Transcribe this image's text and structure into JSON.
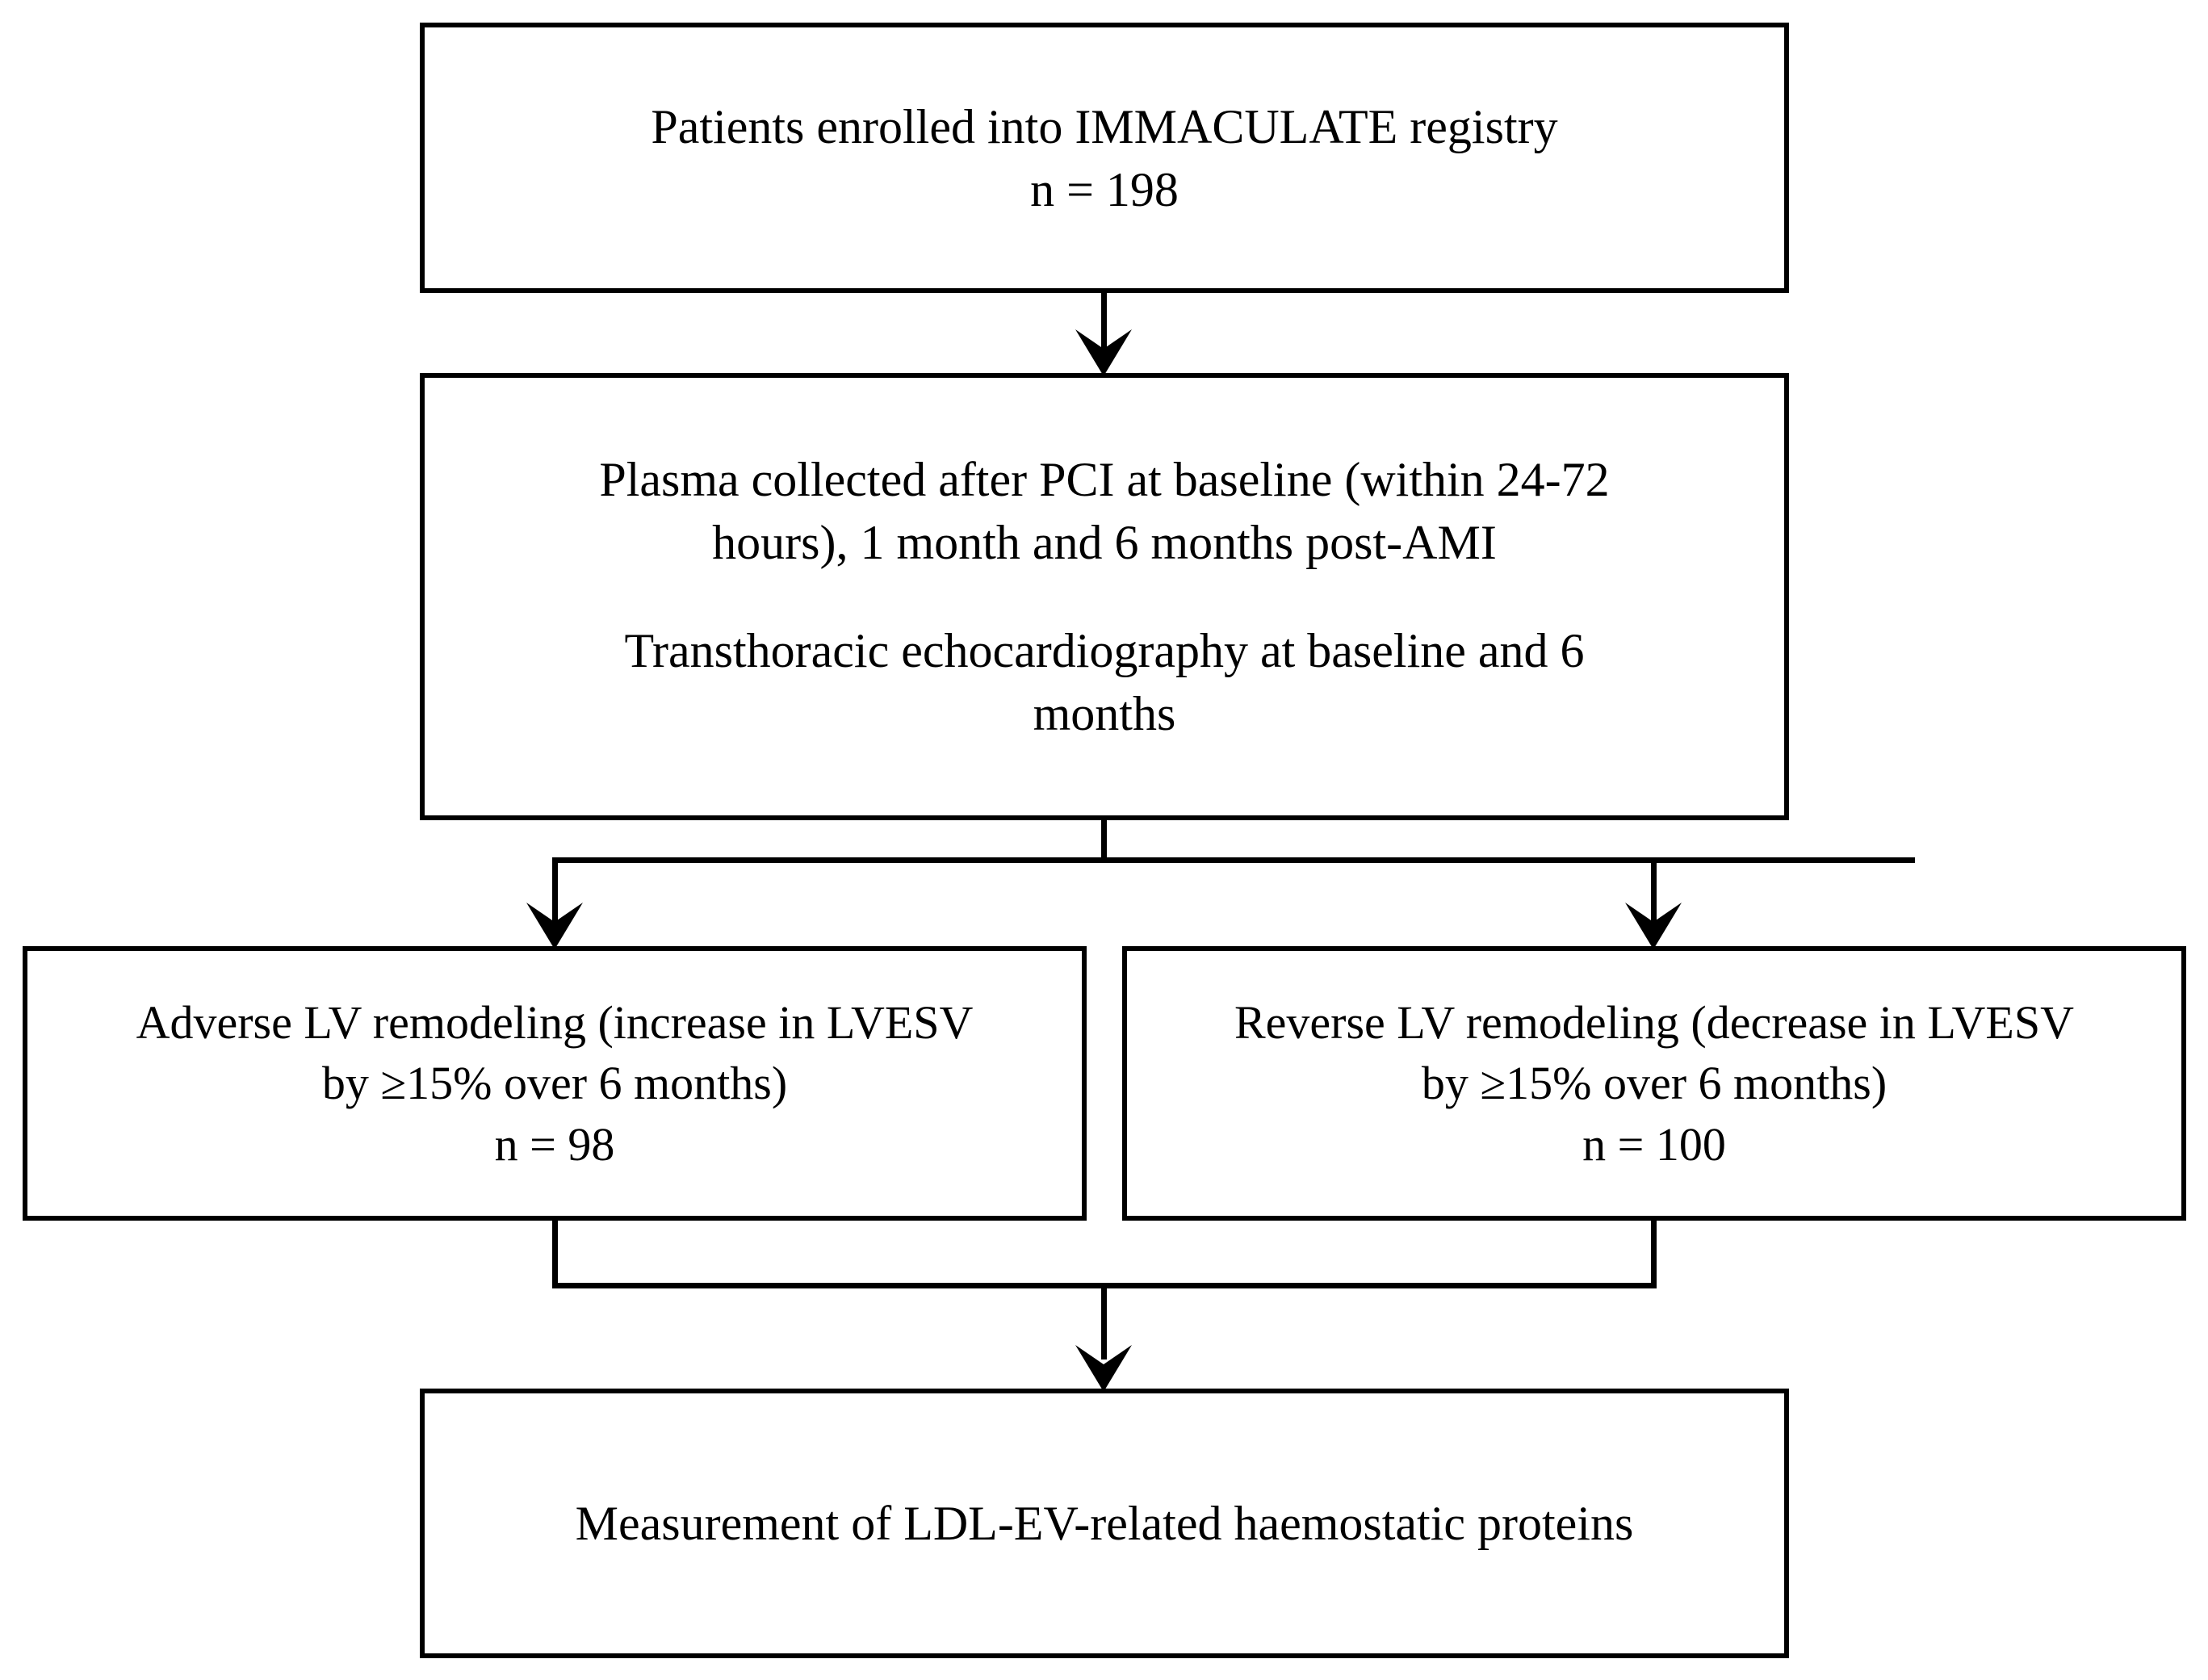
{
  "diagram": {
    "title": "IMMACULATE registry patient flow",
    "type": "flowchart",
    "stroke_color": "#000000",
    "background_color": "#ffffff",
    "nodes": [
      {
        "id": "enrolled",
        "lines": [
          "Patients enrolled into IMMACULATE registry",
          "n = 198"
        ]
      },
      {
        "id": "collection",
        "paragraph1": [
          "Plasma collected after PCI at baseline (within 24-72",
          "hours), 1 month and 6 months post-AMI"
        ],
        "paragraph2": [
          "Transthoracic echocardiography at baseline and 6",
          "months"
        ]
      },
      {
        "id": "adverse",
        "lines": [
          "Adverse LV remodeling (increase in LVESV",
          "by ≥15% over 6 months)",
          "n = 98"
        ]
      },
      {
        "id": "reverse",
        "lines": [
          "Reverse LV remodeling (decrease in LVESV",
          "by ≥15% over 6 months)",
          "n = 100"
        ]
      },
      {
        "id": "measurement",
        "lines": [
          "Measurement of LDL-EV-related haemostatic proteins"
        ]
      }
    ],
    "edges": [
      {
        "id": "enrolled-to-collection",
        "from": "enrolled",
        "to": "collection",
        "style": "straight-arrow"
      },
      {
        "id": "collection-to-adverse",
        "from": "collection",
        "to": "adverse",
        "style": "split-arrow"
      },
      {
        "id": "collection-to-reverse",
        "from": "collection",
        "to": "reverse",
        "style": "split-arrow"
      },
      {
        "id": "branches-to-measurement",
        "from": "adverse,reverse",
        "to": "measurement",
        "style": "merge-arrow"
      }
    ]
  },
  "text": {
    "enrolled_l1": "Patients enrolled into IMMACULATE registry",
    "enrolled_l2": "n = 198",
    "collection_p1_l1": "Plasma collected after PCI at baseline (within 24-72",
    "collection_p1_l2": "hours), 1 month and 6 months post-AMI",
    "collection_p2_l1": "Transthoracic echocardiography at baseline and 6",
    "collection_p2_l2": "months",
    "adverse_l1": "Adverse LV remodeling (increase in LVESV",
    "adverse_l2": "by ≥15% over 6 months)",
    "adverse_l3": "n = 98",
    "reverse_l1": "Reverse LV remodeling (decrease in LVESV",
    "reverse_l2": "by ≥15% over 6 months)",
    "reverse_l3": "n = 100",
    "measurement_l1": "Measurement of LDL-EV-related haemostatic proteins"
  }
}
